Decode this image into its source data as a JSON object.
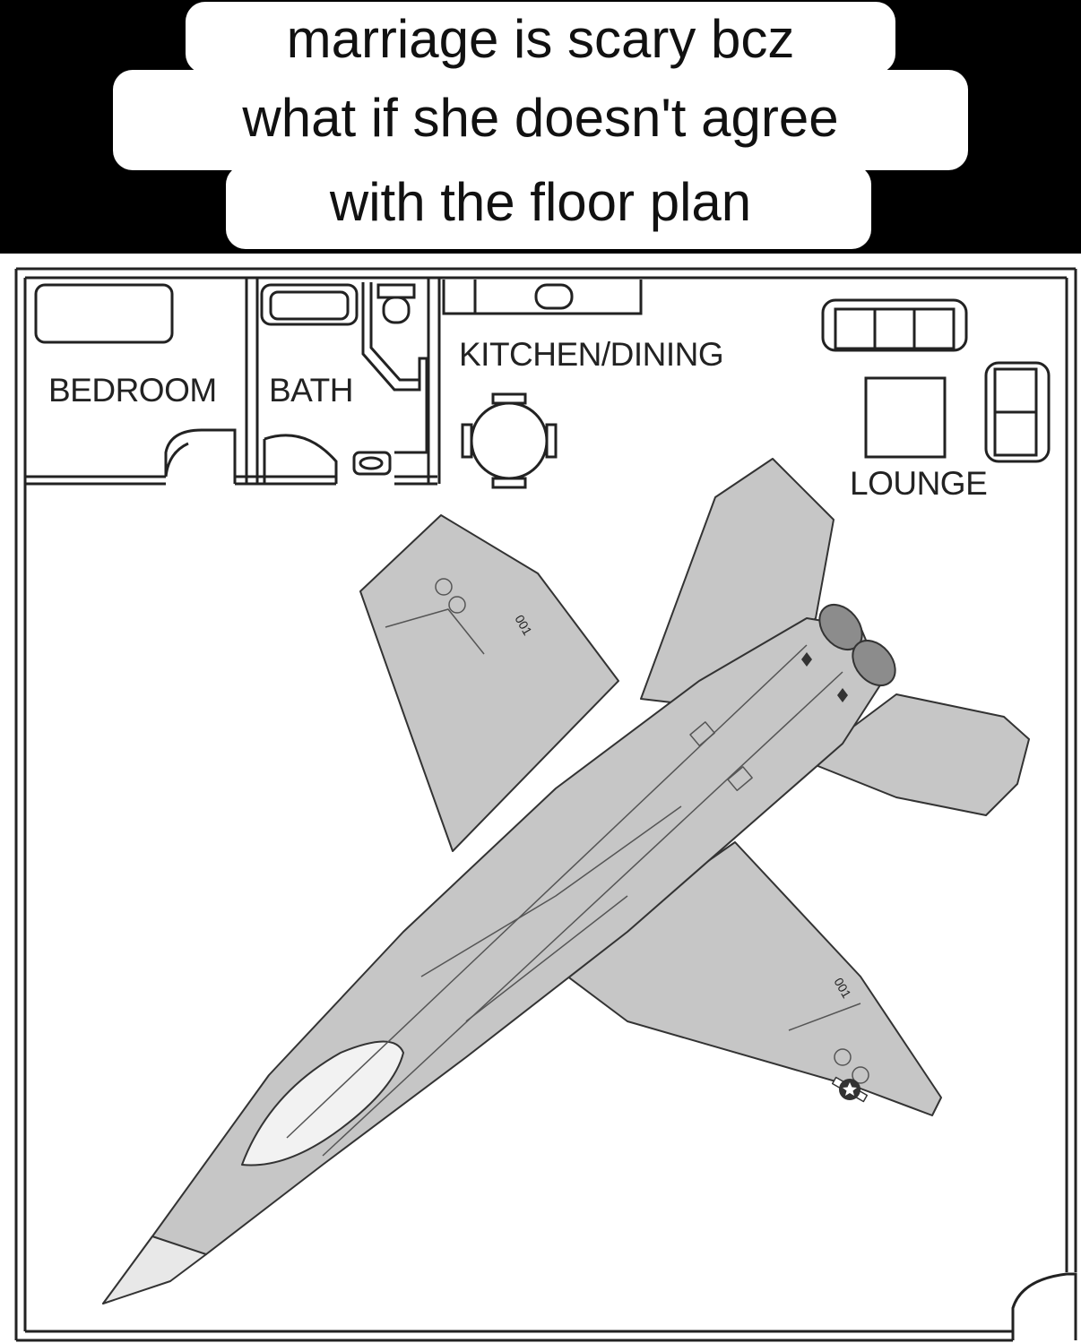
{
  "caption": {
    "lines": [
      "marriage is scary bcz",
      "what if she doesn't agree",
      "with the floor plan"
    ]
  },
  "floor_plan": {
    "rooms": {
      "bedroom": "BEDROOM",
      "bath": "BATH",
      "kitchen_dining": "KITCHEN/DINING",
      "lounge": "LOUNGE"
    },
    "aircraft": {
      "wing_marking_left": "001",
      "wing_marking_right": "001",
      "insignia": "star-roundel-icon"
    }
  },
  "colors": {
    "background": "#000000",
    "caption_box": "#ffffff",
    "plan_background": "#ffffff",
    "wall_line": "#222222",
    "aircraft_fill": "#c6c6c6",
    "aircraft_dark": "#8c8c8c"
  }
}
